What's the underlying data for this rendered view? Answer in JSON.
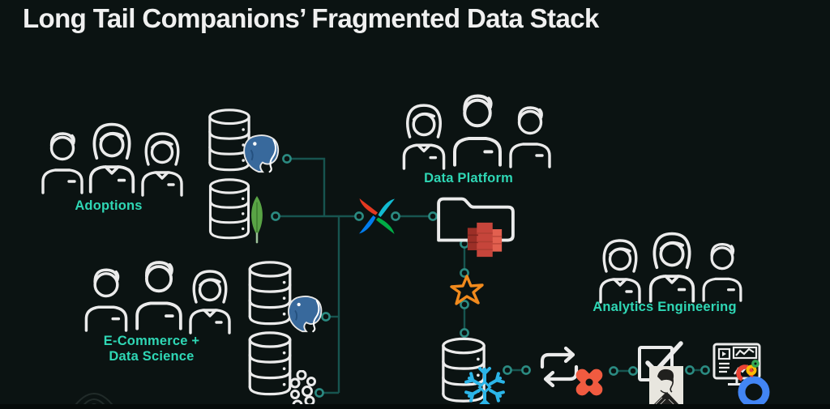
{
  "title": "Long Tail Companions’ Fragmented Data Stack",
  "groups": {
    "adoptions": {
      "label": "Adoptions"
    },
    "ecommerce": {
      "label_line1": "E-Commerce +",
      "label_line2": "Data Science"
    },
    "data_platform": {
      "label": "Data Platform"
    },
    "analytics_engineering": {
      "label": "Analytics Engineering"
    }
  },
  "icons": {
    "people-group-icon": "trio of outlined team members",
    "database-icon": "white outline cylinder",
    "postgresql-icon": "#336791",
    "mongodb-leaf-icon": "#59A445",
    "cluster-bubbles-icon": "#EBEBEB",
    "airflow-pinwheel-icon": [
      "#E43921",
      "#12BBD2",
      "#00AD46",
      "#017CEE"
    ],
    "folder-icon": "#EBEBEB",
    "redshift-icon": "#C6453B",
    "spark-star-icon": "#F18A1D",
    "snowflake-icon": "#2BB5E8",
    "sync-arrows-icon": "#EBEBEB",
    "dbt-icon": "#F15B40",
    "great-expectations-icon": "checkbox with etched portrait",
    "dashboard-monitor-icon": "#EBEBEB",
    "looker-rings-icon": [
      "#4285F4",
      "#EA4335",
      "#FBBC04",
      "#34A853"
    ]
  },
  "colors": {
    "background": "#0B1312",
    "title_text": "#F0F0F0",
    "label_text": "#2FD7B5",
    "connector_line": "#17544F",
    "connector_ring": "#2B8B82",
    "icon_stroke": "#EBEBEB"
  }
}
